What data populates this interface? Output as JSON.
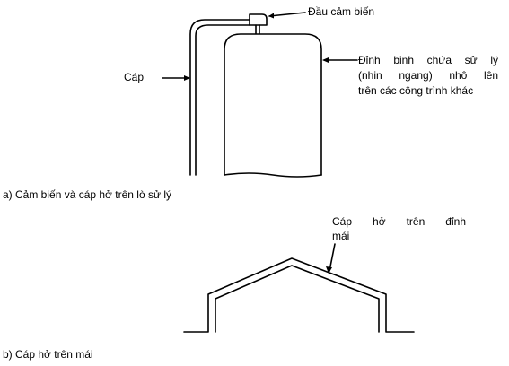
{
  "part_a": {
    "sensor_head_label": "Đầu cảm biến",
    "cable_label": "Cáp",
    "tank_top_label_lines": [
      "Đỉnh binh chứa sử lý",
      "(nhin ngang) nhô lên",
      "trên các công trình khác"
    ],
    "caption": "a) Cảm biến và cáp hở trên lò sử lý"
  },
  "part_b": {
    "roof_cable_label_lines": [
      "Cáp hở trên đỉnh",
      "mái"
    ],
    "caption": "b) Cáp hở trên mái"
  }
}
